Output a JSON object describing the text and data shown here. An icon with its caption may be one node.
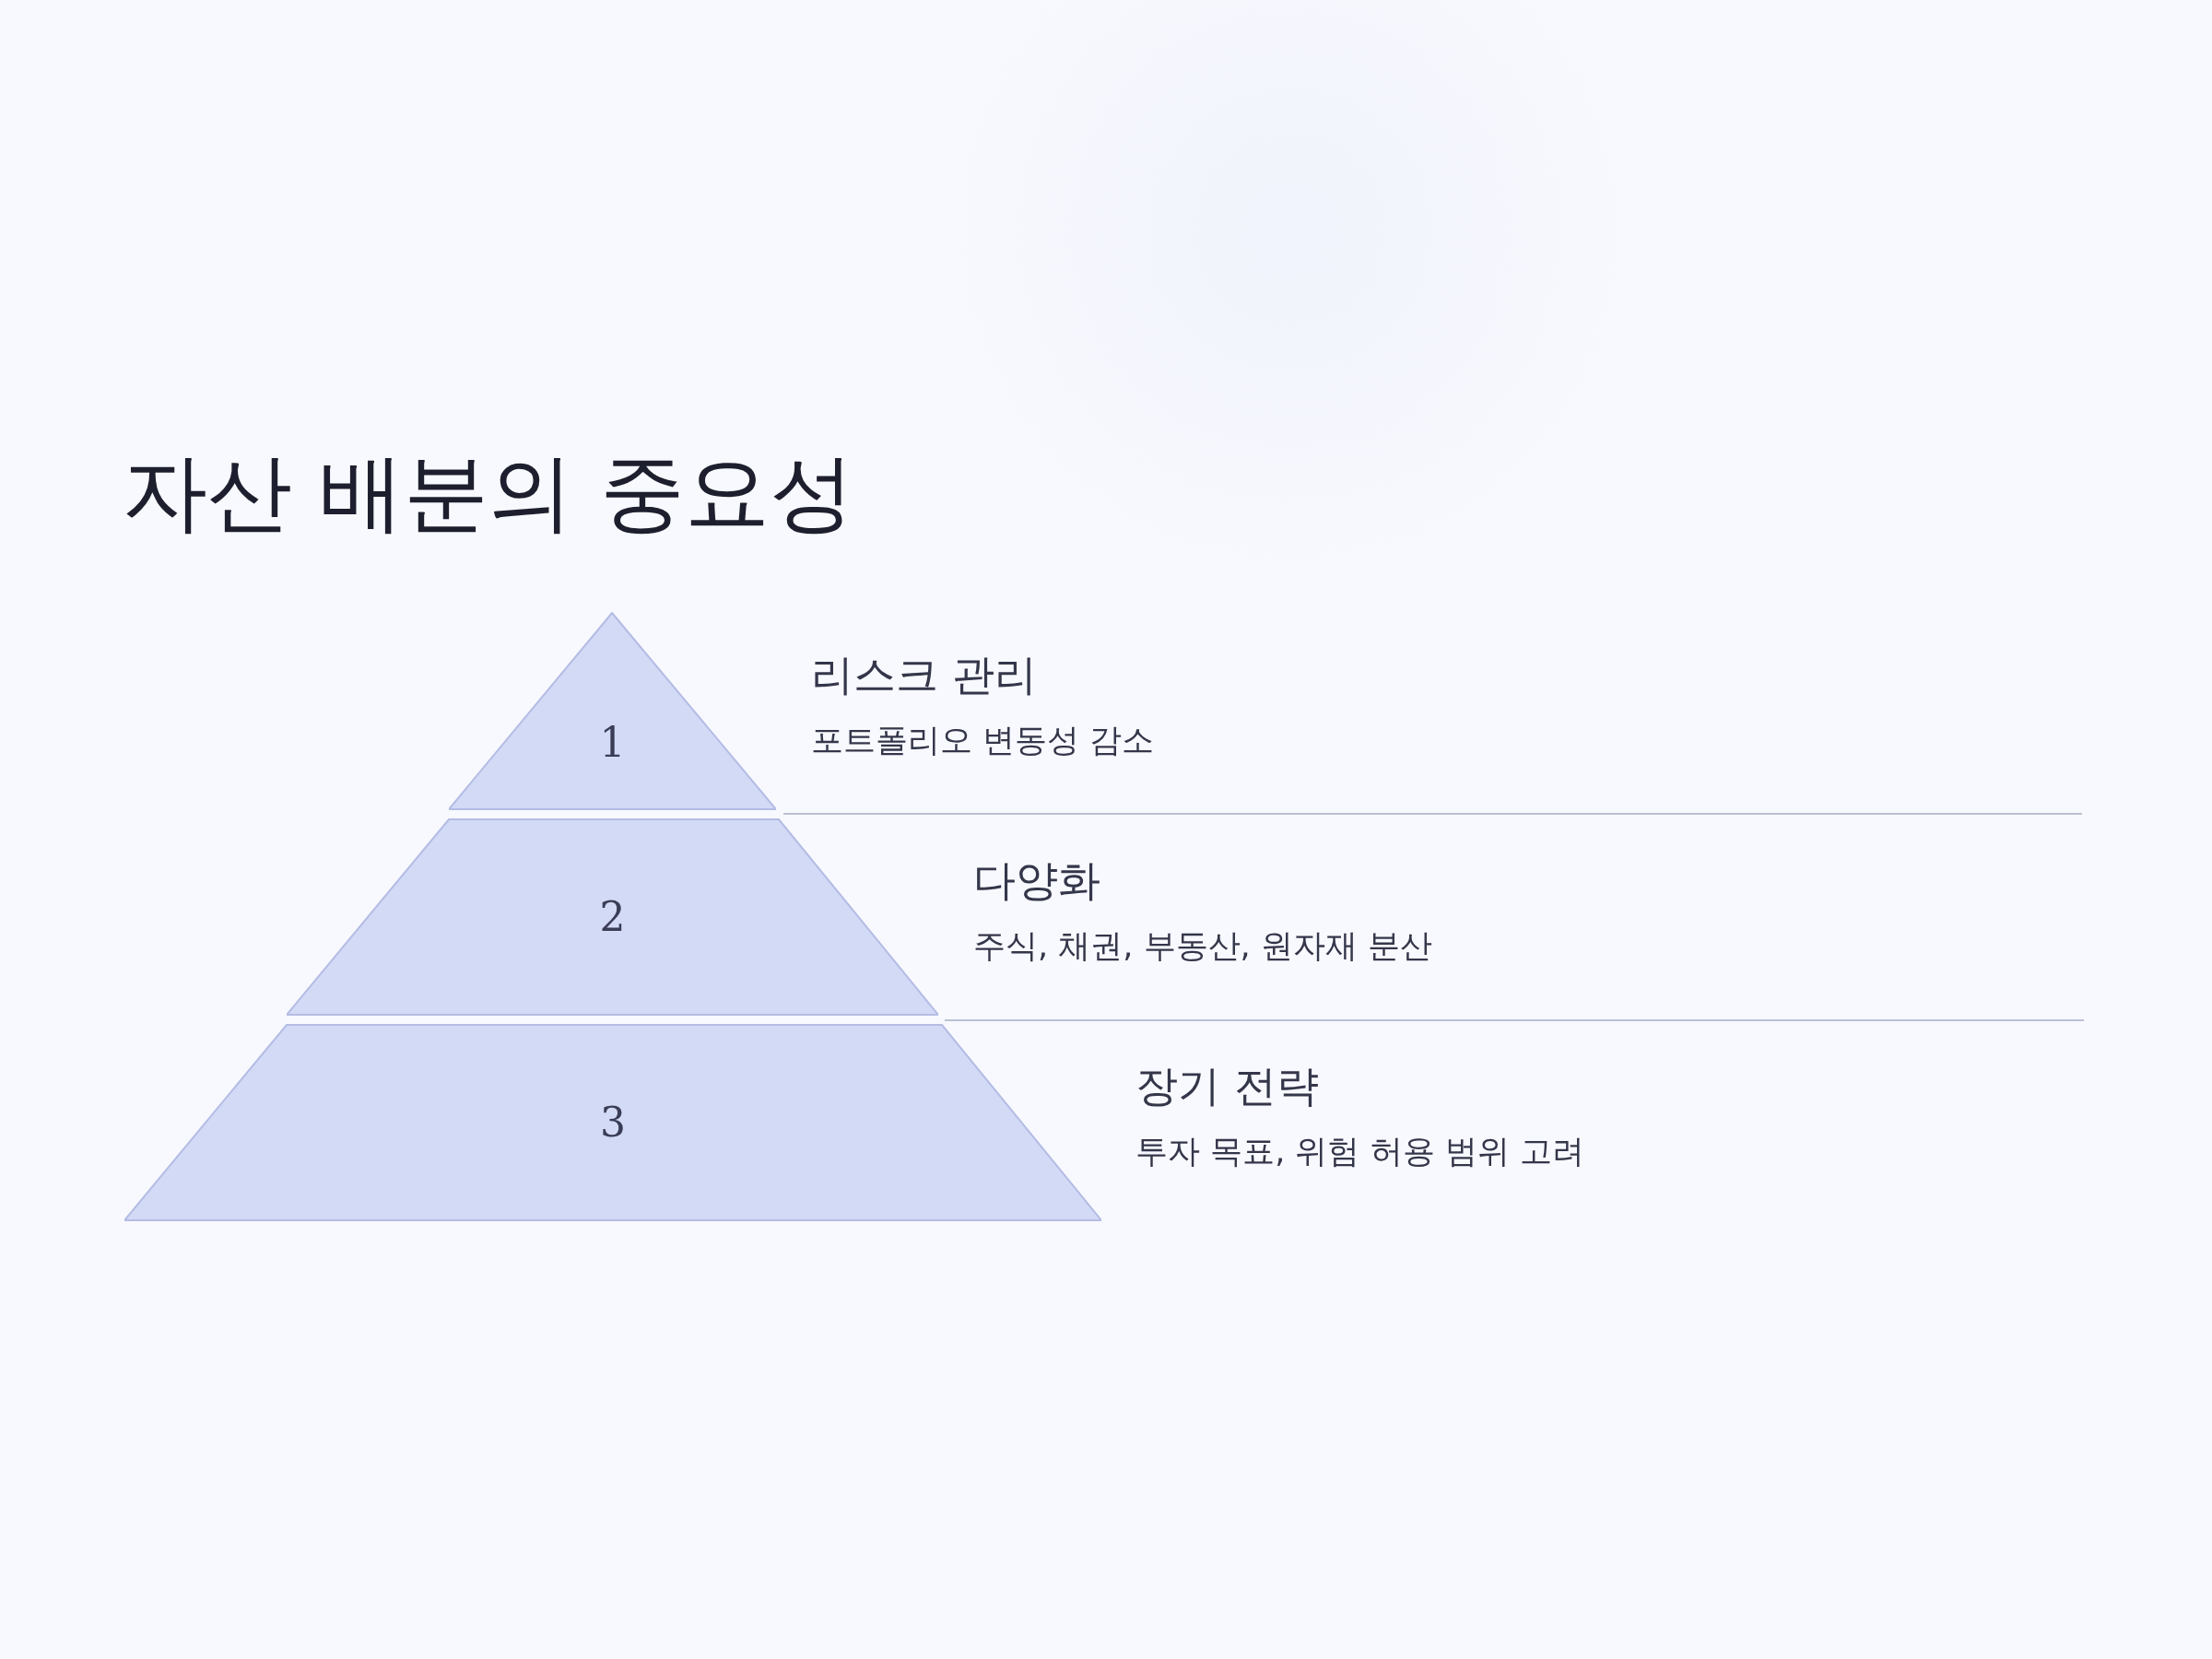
{
  "diagram": {
    "title": "자산 배분의 중요성",
    "nodes": [
      {
        "text": [
          "1"
        ],
        "beside": [
          "리스크 관리",
          "포트폴리오 변동성 감소"
        ]
      },
      {
        "text": [
          "2"
        ],
        "beside": [
          "다양화",
          "주식, 채권, 부동산, 원자재 분산"
        ]
      },
      {
        "text": [
          "3"
        ],
        "beside": [
          "장기 전략",
          "투자 목표, 위험 허용 범위 고려"
        ]
      }
    ]
  }
}
